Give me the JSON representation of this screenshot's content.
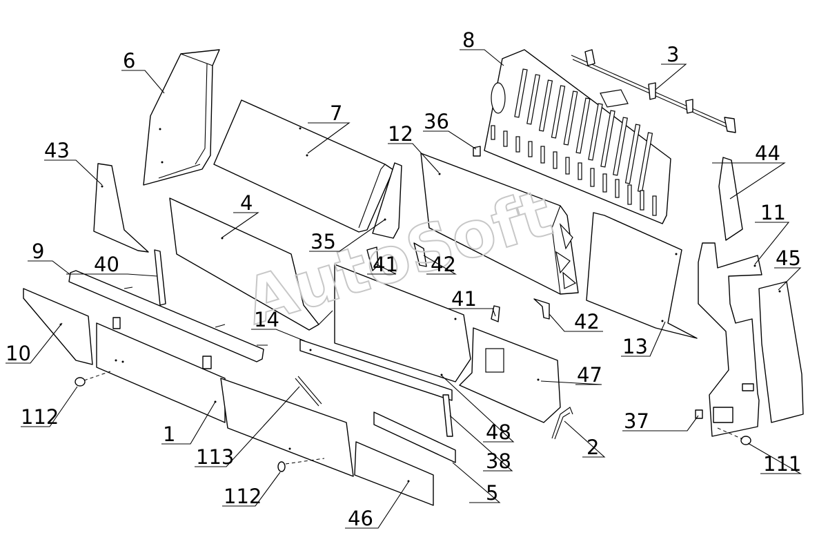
{
  "watermark": "AutoSoft",
  "callouts": {
    "c1": "1",
    "c2": "2",
    "c3": "3",
    "c4": "4",
    "c5": "5",
    "c6": "6",
    "c7": "7",
    "c8": "8",
    "c9": "9",
    "c10": "10",
    "c11": "11",
    "c12": "12",
    "c13": "13",
    "c14": "14",
    "c35": "35",
    "c36": "36",
    "c37": "37",
    "c38": "38",
    "c40": "40",
    "c41a": "41",
    "c41b": "41",
    "c42a": "42",
    "c42b": "42",
    "c43": "43",
    "c44": "44",
    "c45": "45",
    "c46": "46",
    "c47": "47",
    "c48": "48",
    "c111": "111",
    "c112a": "112",
    "c112b": "112",
    "c113": "113"
  }
}
